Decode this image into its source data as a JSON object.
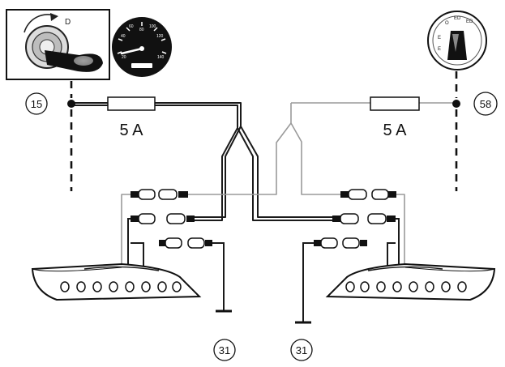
{
  "terminals": {
    "ignition": "15",
    "lights": "58",
    "ground_left": "31",
    "ground_right": "31"
  },
  "fuses": {
    "left": "5 A",
    "right": "5 A"
  },
  "icons": {
    "ignition": "ignition-key-icon",
    "speedometer": "speedometer-icon",
    "light_switch": "light-switch-icon",
    "lamp": "daytime-running-light-icon"
  },
  "colors": {
    "wire_dark": "#1a1a1a",
    "wire_light": "#9a9a9a",
    "outline": "#111111"
  }
}
